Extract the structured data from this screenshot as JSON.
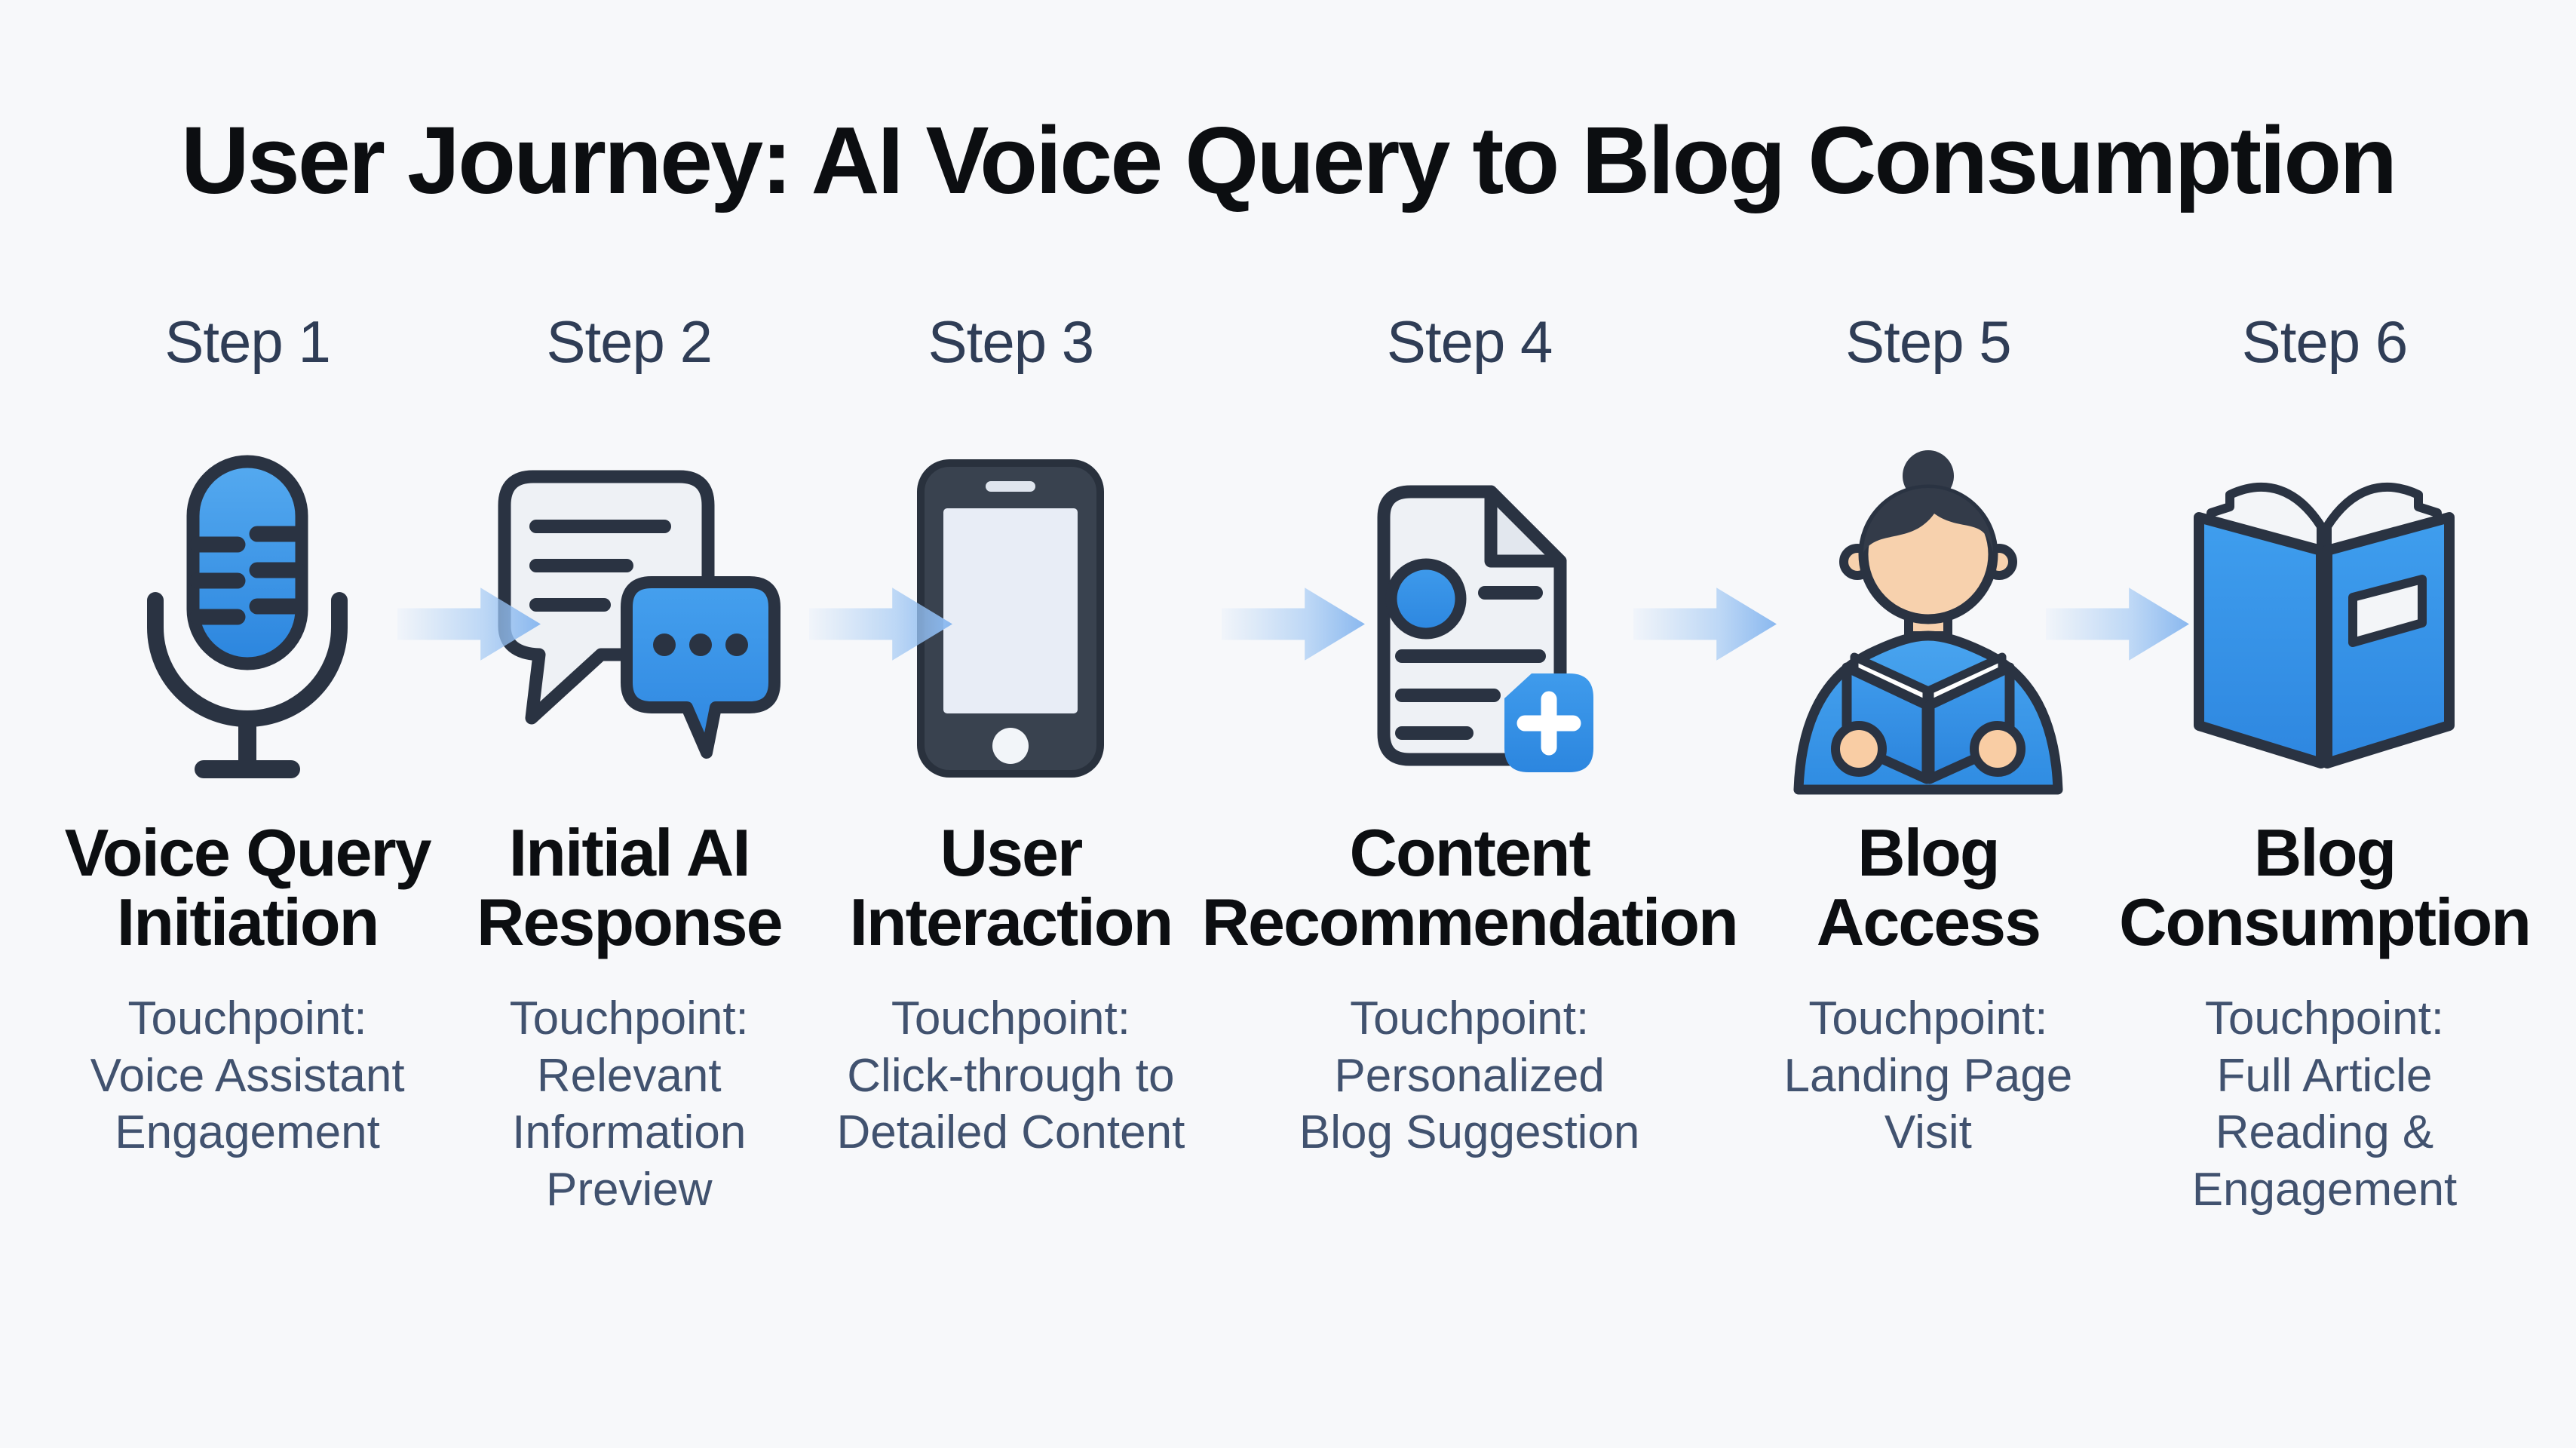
{
  "title": "User Journey: AI Voice Query to Blog Consumption",
  "colors": {
    "background": "#f7f8fa",
    "title_text": "#0c0e11",
    "step_label_text": "#2f3d56",
    "step_title_text": "#0c0e11",
    "touchpoint_text": "#41526f",
    "accent_blue": "#3b96e8",
    "outline_dark": "#2a3342",
    "bubble_gray": "#eef1f5",
    "arrow_blue": "#8ab8ef",
    "skin_tone": "#f7d1ad"
  },
  "steps": [
    {
      "step": "Step 1",
      "title": "Voice Query\nInitiation",
      "touchpoint": "Touchpoint:\nVoice Assistant\nEngagement",
      "icon": "microphone-icon"
    },
    {
      "step": "Step 2",
      "title": "Initial AI\nResponse",
      "touchpoint": "Touchpoint:\nRelevant Information\nPreview",
      "icon": "chat-bubbles-icon"
    },
    {
      "step": "Step 3",
      "title": "User\nInteraction",
      "touchpoint": "Touchpoint:\nClick-through to\nDetailed Content",
      "icon": "smartphone-icon"
    },
    {
      "step": "Step 4",
      "title": "Content\nRecommendation",
      "touchpoint": "Touchpoint:\nPersonalized\nBlog Suggestion",
      "icon": "document-add-icon"
    },
    {
      "step": "Step 5",
      "title": "Blog\nAccess",
      "touchpoint": "Touchpoint:\nLanding Page\nVisit",
      "icon": "person-reading-icon"
    },
    {
      "step": "Step 6",
      "title": "Blog\nConsumption",
      "touchpoint": "Touchpoint:\nFull Article\nReading &\nEngagement",
      "icon": "open-book-icon"
    }
  ],
  "arrows": {
    "count": 5,
    "direction": "right"
  }
}
